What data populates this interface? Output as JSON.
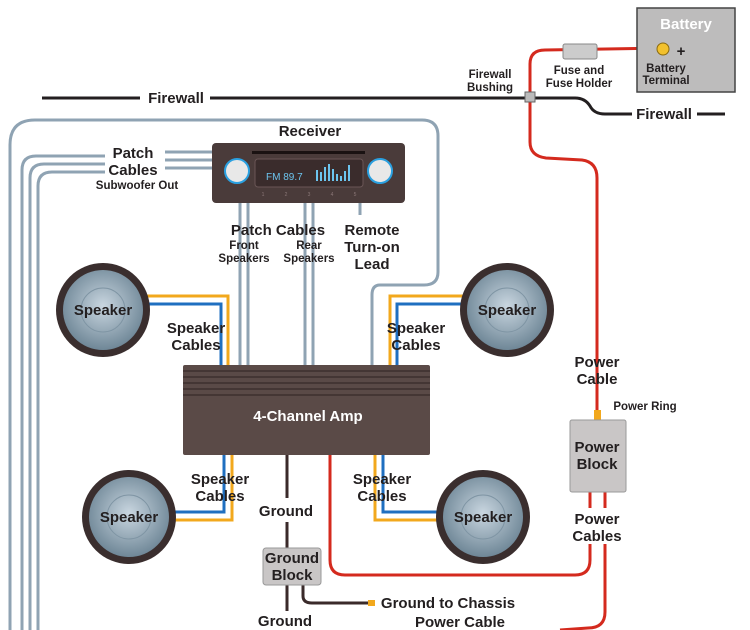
{
  "colors": {
    "power": "#d42a1e",
    "patch": "#8fa3b3",
    "ground": "#3a2a2a",
    "speaker_pos": "#f2a81d",
    "speaker_neg": "#1f6fc0",
    "amp": "#5a4a47",
    "block": "#c9c6c6"
  },
  "battery": {
    "title": "Battery",
    "plus": "+",
    "terminal_label": [
      "Battery",
      "Terminal"
    ]
  },
  "fuse": {
    "label": [
      "Fuse and",
      "Fuse Holder"
    ]
  },
  "firewall": {
    "left_label": "Firewall",
    "right_label": "Firewall",
    "bushing_label": [
      "Firewall",
      "Bushing"
    ]
  },
  "receiver": {
    "title": "Receiver",
    "display": "FM 89.7",
    "presets": [
      "1",
      "2",
      "3",
      "4",
      "5"
    ]
  },
  "patch_left": {
    "label": [
      "Patch",
      "Cables"
    ],
    "sub": "Subwoofer Out"
  },
  "patch_center": {
    "label": "Patch Cables",
    "front": [
      "Front",
      "Speakers"
    ],
    "rear": [
      "Rear",
      "Speakers"
    ]
  },
  "remote": {
    "label": [
      "Remote",
      "Turn-on",
      "Lead"
    ]
  },
  "speakers": [
    "Speaker",
    "Speaker",
    "Speaker",
    "Speaker"
  ],
  "speaker_cables": [
    "Speaker",
    "Cables"
  ],
  "amp": {
    "label": "4-Channel Amp"
  },
  "power": {
    "cable_label": [
      "Power",
      "Cable"
    ],
    "ring_label": "Power Ring",
    "block_label": [
      "Power",
      "Block"
    ],
    "cables_label": [
      "Power",
      "Cables"
    ],
    "bottom_label": "Power Cable"
  },
  "ground": {
    "label": "Ground",
    "block_label": [
      "Ground",
      "Block"
    ],
    "chassis_label": "Ground to Chassis",
    "bottom_label": "Ground"
  }
}
